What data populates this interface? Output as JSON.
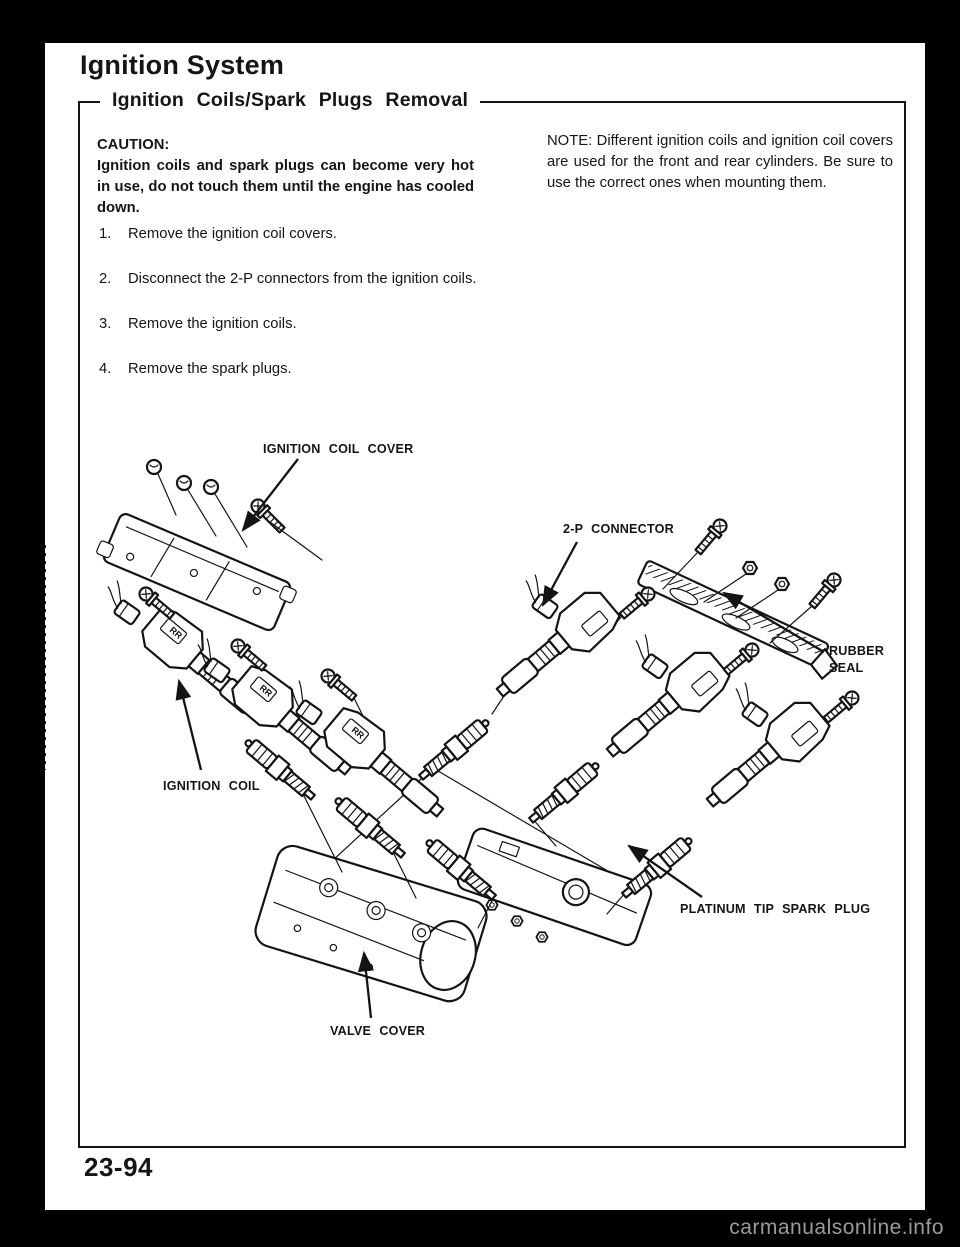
{
  "header": {
    "title": "Ignition System",
    "section_title": "Ignition Coils/Spark Plugs Removal"
  },
  "caution": {
    "label": "CAUTION:",
    "body": "Ignition coils and spark plugs can become very hot in use, do not touch them until the engine has cooled down."
  },
  "steps": [
    {
      "num": "1.",
      "text": "Remove the ignition coil covers."
    },
    {
      "num": "2.",
      "text": "Disconnect the 2-P connectors from the ignition coils."
    },
    {
      "num": "3.",
      "text": "Remove the ignition coils."
    },
    {
      "num": "4.",
      "text": "Remove the spark plugs."
    }
  ],
  "note": {
    "body": "NOTE: Different ignition coils and ignition coil covers are used for the front and rear cylinders. Be sure to use the correct ones when mounting them."
  },
  "diagram": {
    "labels": {
      "ignition_coil_cover": "IGNITION COIL COVER",
      "two_p_connector": "2-P CONNECTOR",
      "rubber_seal_1": "RUBBER",
      "rubber_seal_2": "SEAL",
      "ignition_coil": "IGNITION COIL",
      "platinum_tip_spark_plug": "PLATINUM TIP SPARK PLUG",
      "valve_cover": "VALVE COVER"
    },
    "coil_marking": "RR"
  },
  "footer": {
    "page_number": "23-94",
    "watermark": "carmanualsonline.info"
  },
  "colors": {
    "background": "#000000",
    "paper": "#ffffff",
    "ink": "#141414",
    "watermark_text": "#9b9b9b"
  }
}
